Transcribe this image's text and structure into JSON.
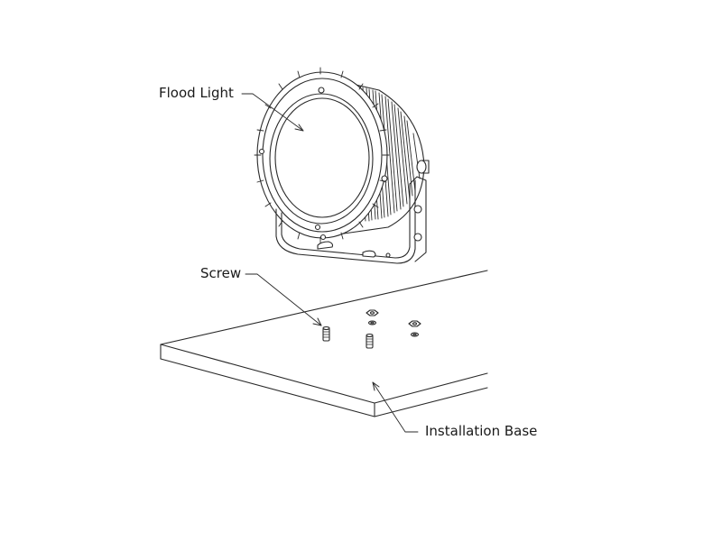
{
  "labels": {
    "flood_light": "Flood Light",
    "screw": "Screw",
    "installation_base": "Installation Base"
  },
  "colors": {
    "line": "#2a2a2a",
    "background": "#ffffff"
  }
}
